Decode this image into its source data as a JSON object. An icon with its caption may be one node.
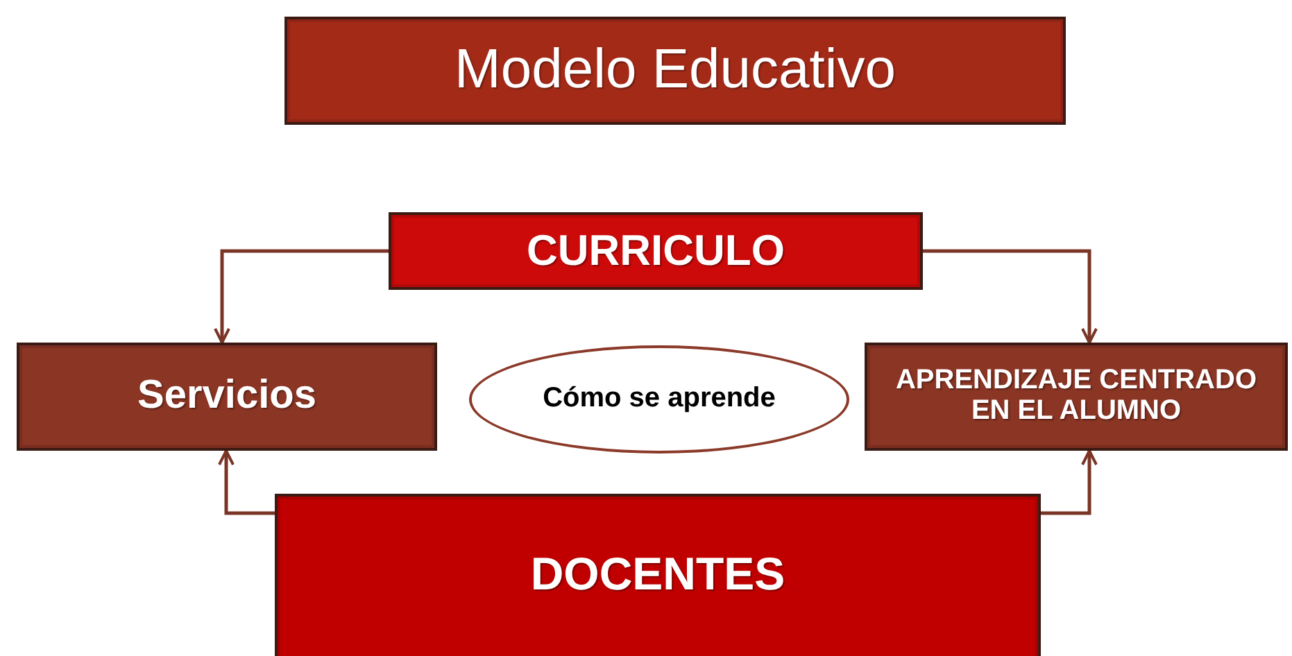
{
  "diagram": {
    "nodes": [
      {
        "text": [
          "Modelo Educativo"
        ]
      },
      {
        "text": [
          "CURRICULO"
        ]
      },
      {
        "text": [
          "Servicios"
        ]
      },
      {
        "text": [
          "Cómo se aprende"
        ]
      },
      {
        "text": [
          "APRENDIZAJE CENTRADO EN EL ALUMNO"
        ]
      },
      {
        "text": [
          "DOCENTES"
        ]
      }
    ],
    "edges": [
      {
        "from": 1,
        "to": 2,
        "arrow": "to"
      },
      {
        "from": 1,
        "to": 4,
        "arrow": "to"
      },
      {
        "from": 5,
        "to": 2,
        "arrow": "to"
      },
      {
        "from": 5,
        "to": 4,
        "arrow": "to"
      }
    ]
  }
}
